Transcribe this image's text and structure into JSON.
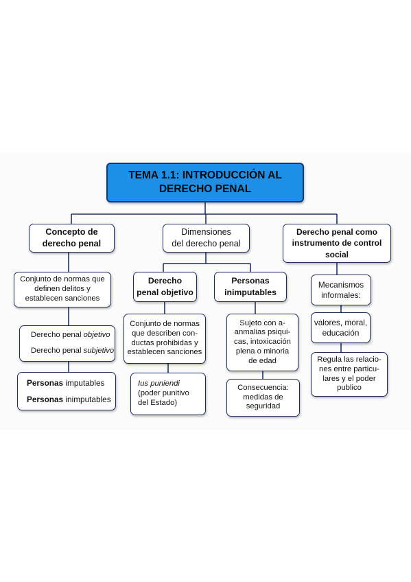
{
  "title": {
    "line1": "TEMA 1.1: INTRODUCCIÓN AL",
    "line2": "DERECHO PENAL"
  },
  "concepto": {
    "heading": [
      "Concepto de",
      "derecho penal"
    ],
    "definicion": [
      "Conjunto de normas que",
      "definen delitos y",
      "establecen sanciones"
    ],
    "tipos": [
      {
        "text": "Derecho penal ",
        "em": "objetivo"
      },
      {
        "text": "Derecho penal ",
        "em": "subjetivo"
      }
    ],
    "personas": [
      {
        "strong": "Personas",
        "text": " imputables"
      },
      {
        "strong": "Personas",
        "text": " inimputables"
      }
    ]
  },
  "dimensiones": {
    "heading": [
      "Dimensiones",
      "del derecho penal"
    ],
    "objetivo": {
      "heading": [
        "Derecho",
        "penal objetivo"
      ],
      "definicion": [
        "Conjunto de normas",
        "que describen con-",
        "ductas prohibidas y",
        "establecen sanciones"
      ],
      "ius": {
        "em": "Ius puniendi",
        "lines": [
          "(poder punitivo",
          "del Estado)"
        ]
      }
    },
    "inimputables": {
      "heading": [
        "Personas",
        "inimputables"
      ],
      "definicion": [
        "Sujeto con a-",
        "anmalias psiqui-",
        "cas, intoxicación",
        "plena o minoria",
        "de edad"
      ],
      "consecuencia": [
        "Consecuencia:",
        "medidas de",
        "seguridad"
      ]
    }
  },
  "control": {
    "heading": [
      "Derecho penal como",
      "instrumento de control",
      "social"
    ],
    "mecanismos": [
      "Mecanismos",
      "informales:"
    ],
    "valores": [
      "valores, moral,",
      "educación"
    ],
    "regula": [
      "Regula las relacio-",
      "nes entre particu-",
      "lares y el poder",
      "publico"
    ]
  },
  "colors": {
    "title_fill": "#1e8fe6",
    "title_border": "#0d3a7a",
    "box_border": "#1f2d5c",
    "connector": "#1f3264"
  }
}
